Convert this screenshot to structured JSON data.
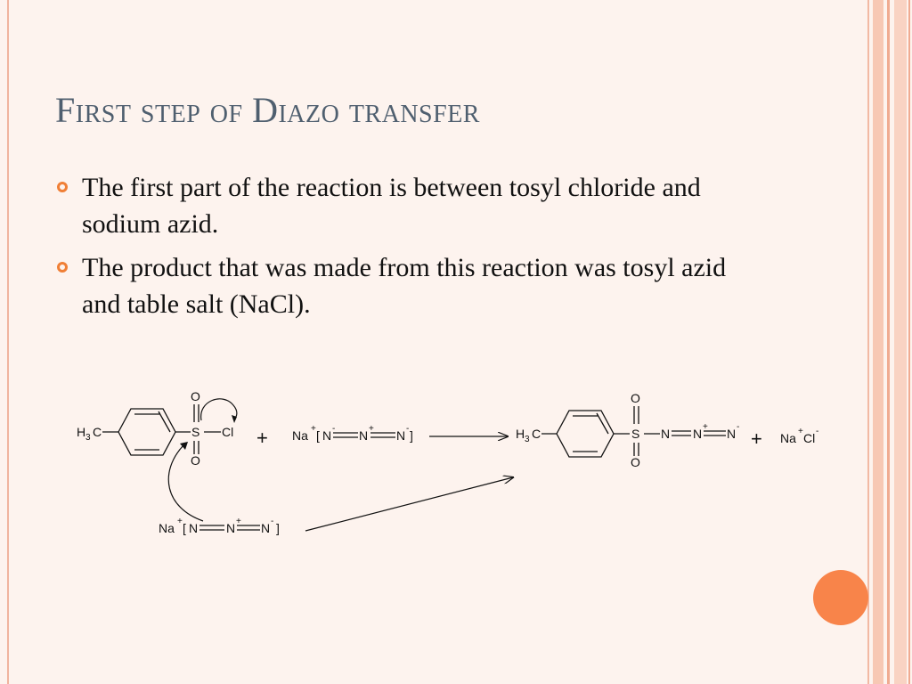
{
  "slide": {
    "title": "First step of Diazo transfer",
    "bullets": [
      "The first part of the reaction is between tosyl chloride and sodium azid.",
      "The product that was made from this reaction was tosyl azid and table salt (NaCl)."
    ]
  },
  "scheme": {
    "reactant1": {
      "methyl": "H",
      "methyl_sub": "3",
      "methyl_c": "C",
      "s": "S",
      "o_top": "O",
      "o_bottom": "O",
      "cl": "Cl"
    },
    "plus": "+",
    "azide": {
      "na": "Na",
      "na_charge": "+",
      "bracket_open": "[",
      "bracket_close": "]",
      "n1": "N",
      "n1_charge": "-",
      "n2": "N",
      "n2_charge": "+",
      "n3": "N",
      "n3_charge": "-"
    },
    "product": {
      "methyl": "H",
      "methyl_sub": "3",
      "methyl_c": "C",
      "s": "S",
      "o_top": "O",
      "o_bottom": "O",
      "n1": "N",
      "n2": "N",
      "n2_charge": "+",
      "n3": "N",
      "n3_charge": "-"
    },
    "salt": {
      "na": "Na",
      "na_charge": "+",
      "cl": "Cl",
      "cl_charge": "-"
    }
  },
  "colors": {
    "accent": "#f07f36",
    "title": "#4f5f6f",
    "background": "#fdf3ee"
  }
}
